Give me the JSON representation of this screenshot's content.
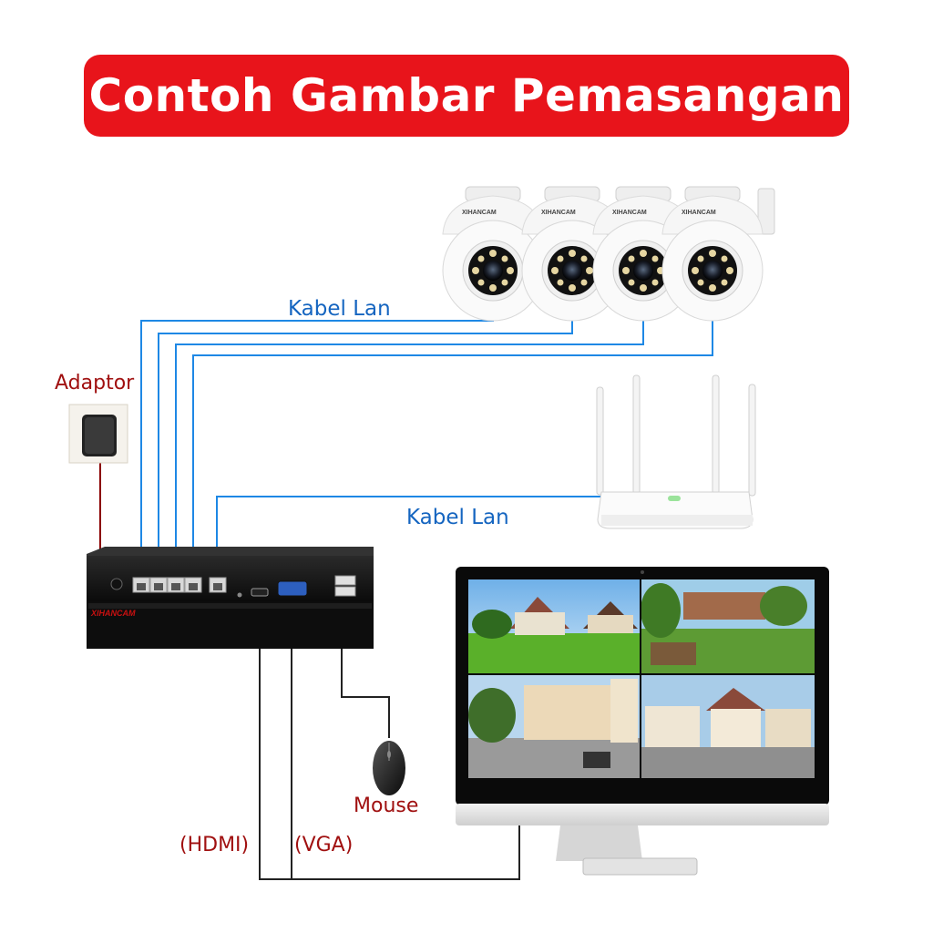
{
  "title": "Contoh Gambar Pemasangan",
  "labels": {
    "lan_cameras": "Kabel Lan",
    "lan_router": "Kabel Lan",
    "adaptor": "Adaptor",
    "mouse": "Mouse",
    "hdmi": "(HDMI)",
    "vga": "(VGA)"
  },
  "brand": {
    "camera": "XIHANCAM",
    "nvr": "XIHANCAM"
  },
  "colors": {
    "banner": "#e8141b",
    "lan_cable": "#1e88e5",
    "power_cable": "#8b0000",
    "video_cable": "#222222",
    "label_blue": "#1565c0",
    "label_red": "#a01010"
  },
  "icons": [
    "camera-icon",
    "router-icon",
    "adaptor-icon",
    "nvr-icon",
    "mouse-icon",
    "monitor-icon"
  ]
}
